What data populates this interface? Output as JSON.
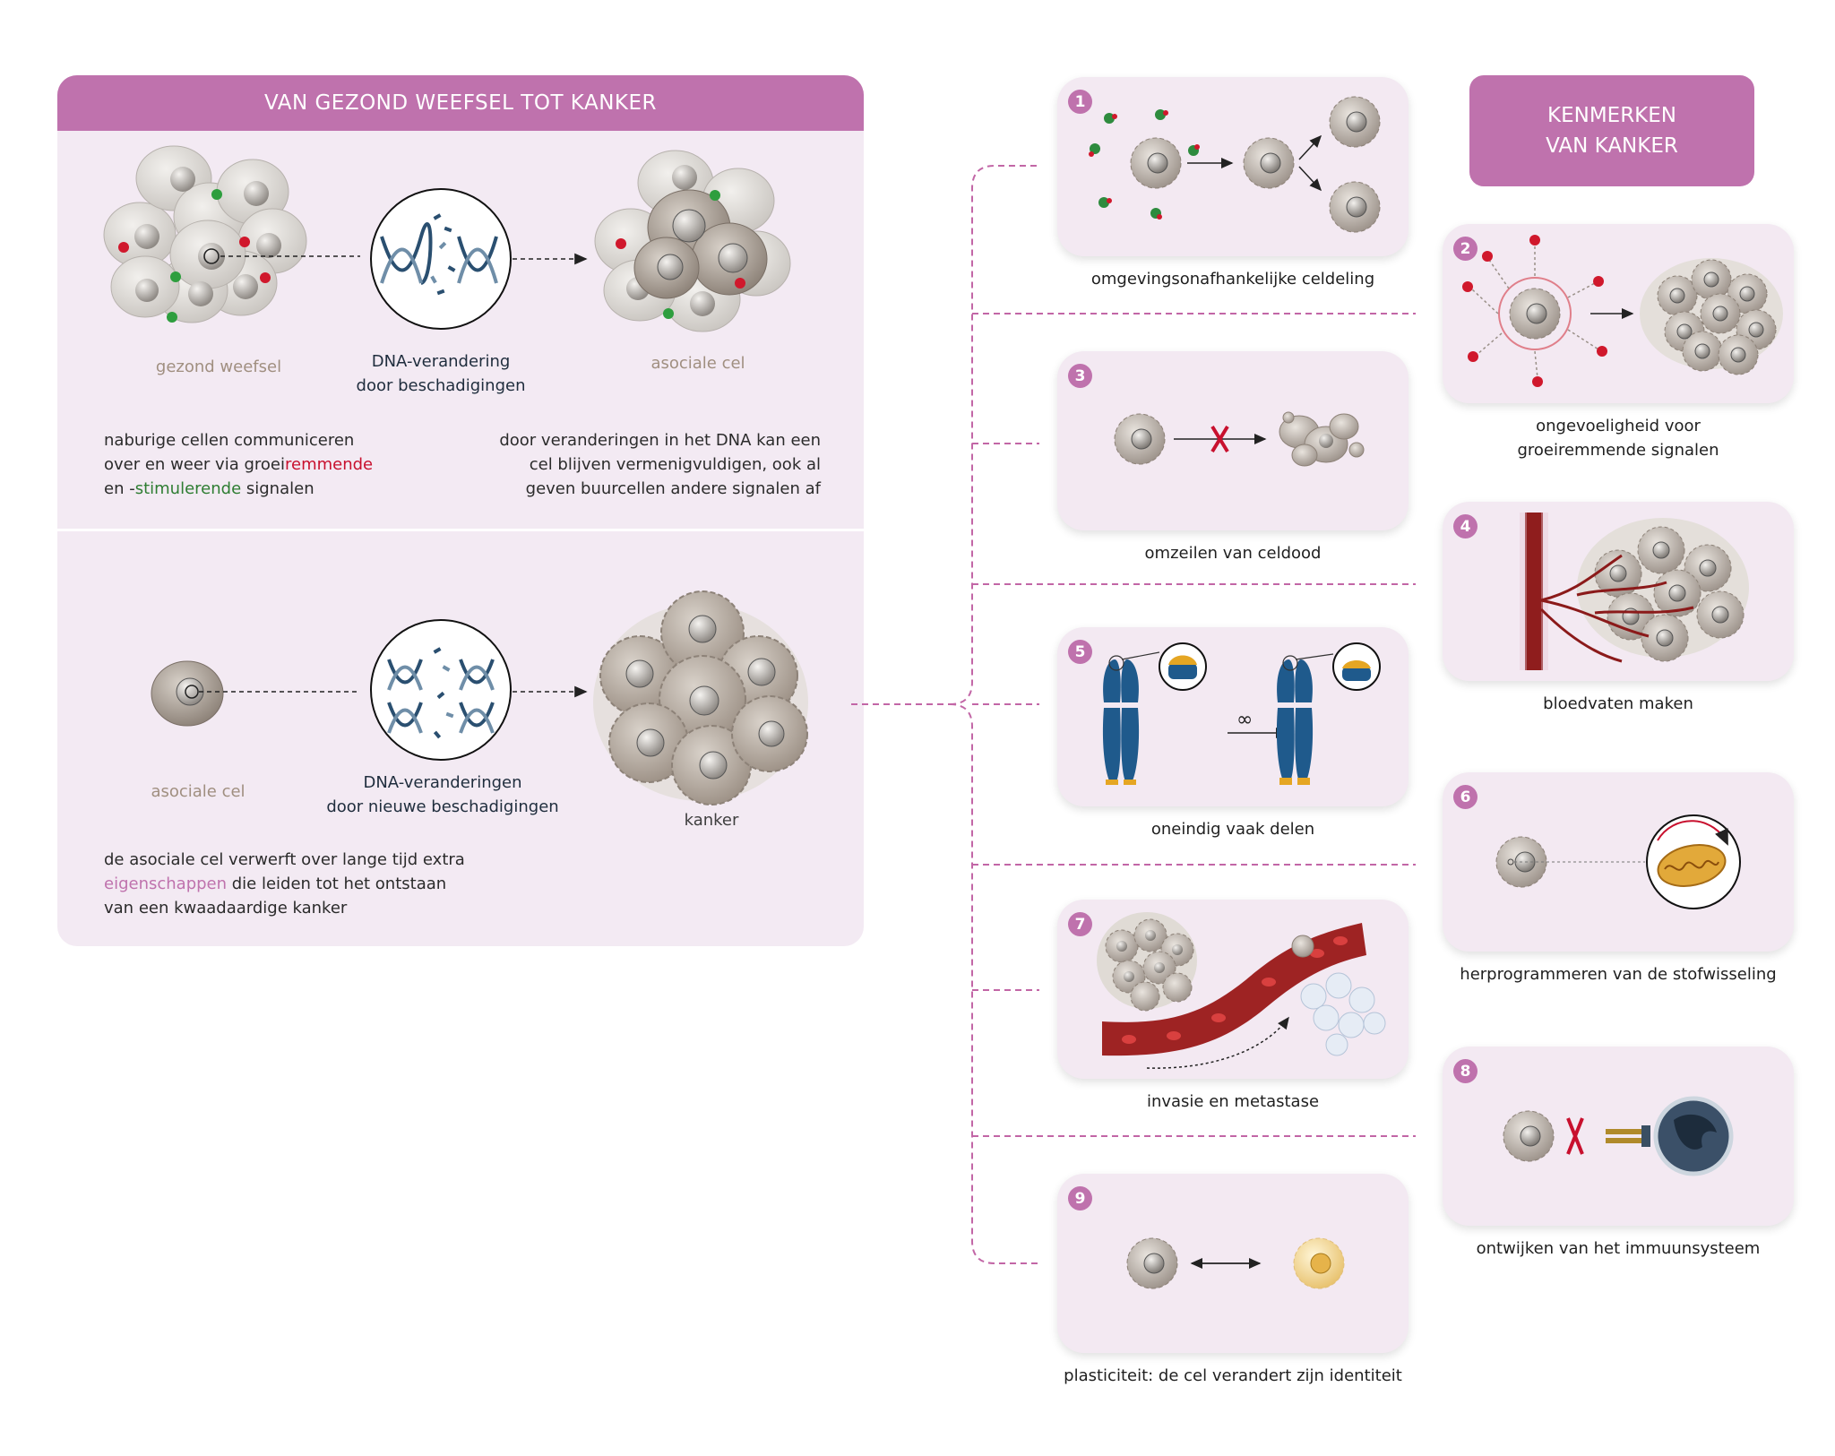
{
  "left_panel": {
    "title": "VAN GEZOND WEEFSEL TOT KANKER",
    "top": {
      "label_healthy": "gezond weefsel",
      "label_dna_line1": "DNA-verandering",
      "label_dna_line2": "door beschadigingen",
      "label_asocial": "asociale cel",
      "left_text": {
        "line1": "naburige cellen communiceren",
        "line2_a": "over en weer via groei",
        "line2_b": "remmende",
        "line3_a": "en -",
        "line3_b": "stimulerende",
        "line3_c": " signalen"
      },
      "right_text": {
        "line1": "door veranderingen in het DNA kan een",
        "line2": "cel blijven vermenigvuldigen, ook al",
        "line3": "geven buurcellen andere signalen af"
      }
    },
    "bottom": {
      "label_asocial": "asociale cel",
      "label_dna_line1": "DNA-veranderingen",
      "label_dna_line2": "door nieuwe beschadigingen",
      "label_cancer": "kanker",
      "text": {
        "line1": "de asociale cel verwerft over lange tijd extra",
        "line2_a": "eigenschappen",
        "line2_b": " die leiden tot het ontstaan",
        "line3": "van een kwaadaardige kanker"
      }
    }
  },
  "kenmerken": {
    "line1": "KENMERKEN",
    "line2": "VAN KANKER"
  },
  "hallmarks": [
    {
      "number": "1",
      "caption": "omgevingsonafhankelijke celdeling"
    },
    {
      "number": "2",
      "caption_line1": "ongevoeligheid voor",
      "caption_line2": "groeiremmende signalen"
    },
    {
      "number": "3",
      "caption": "omzeilen van celdood"
    },
    {
      "number": "4",
      "caption": "bloedvaten maken"
    },
    {
      "number": "5",
      "caption": "oneindig vaak delen",
      "symbol": "∞"
    },
    {
      "number": "6",
      "caption": "herprogrammeren van de stofwisseling"
    },
    {
      "number": "7",
      "caption": "invasie en metastase"
    },
    {
      "number": "8",
      "caption": "ontwijken van het immuunsysteem"
    },
    {
      "number": "9",
      "caption": "plasticiteit: de cel verandert zijn identiteit"
    }
  ],
  "colors": {
    "accent": "#bf72ad",
    "panel_bg": "#f3eaf3",
    "inhibit_red": "#c8102e",
    "stimulate_green": "#2e7d32",
    "dna_blue": "#1f4e79",
    "vessel_red": "#8b1a1a"
  }
}
